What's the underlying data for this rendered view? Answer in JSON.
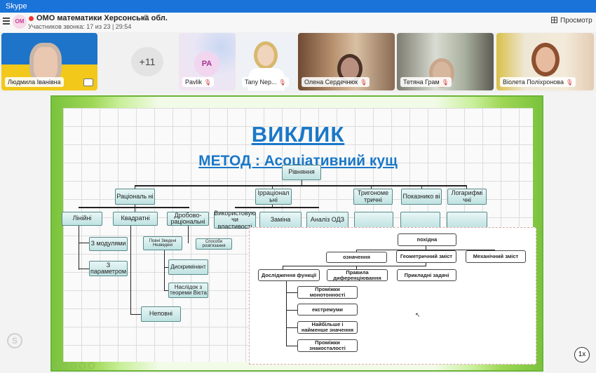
{
  "app_title": "Skype",
  "call": {
    "avatar_initials": "OM",
    "title": "ОМО математики Херсонська  обл.",
    "subtitle": "Участников звонка: 17 из 23 | 29:54",
    "view_label": "Просмотр"
  },
  "participants": {
    "overflow": "+11",
    "tiles": [
      {
        "name": "Людмила Іванівна"
      },
      {
        "name": "Pavlik",
        "initials": "PA"
      },
      {
        "name": "Tany Nep..."
      },
      {
        "name": "Олена Сердечнюк"
      },
      {
        "name": "Тетяна Грам"
      },
      {
        "name": "Віолета Поліхронова"
      }
    ]
  },
  "slide": {
    "title": "ВИКЛИК",
    "subtitle": "МЕТОД : Асоціативний кущ",
    "root": "Рівняння",
    "level1": [
      "Раціональ ні",
      "Ірраціонал ьні",
      "Тригономе тричні",
      "Показнико ві",
      "Логарифмі чні"
    ],
    "rational": [
      "Лінійні",
      "Квадратні",
      "Дробово- раціональні"
    ],
    "irrational": [
      "Використовую чи властивості",
      "Заміна",
      "Аналіз ОДЗ"
    ],
    "linear_sub": [
      "З модулями",
      "З параметром"
    ],
    "quadratic_sub": [
      "Повні Зведені Незведені",
      "Дискримінант",
      "Наслідок з теореми Вієта",
      "Неповні"
    ],
    "fraction_sub": "Способи розв'язання",
    "overlay": {
      "root": "похідна",
      "level1": [
        "означення",
        "Геометричний зміст",
        "Механічний зміст"
      ],
      "level2": [
        "Дослідження функції",
        "Правила диференціювання",
        "Прикладні задачі"
      ],
      "research": [
        "Проміжки монотонності",
        "екстремуми",
        "Найбільше і найменше значення",
        "Проміжки знакосталості"
      ]
    }
  },
  "playback": {
    "speed": "1x"
  }
}
